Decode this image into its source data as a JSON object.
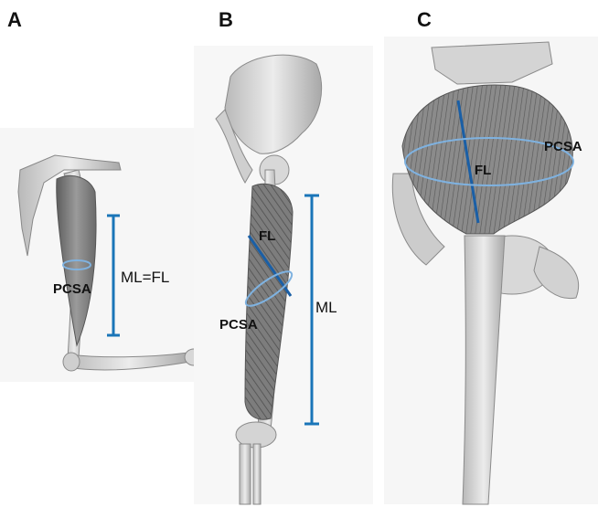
{
  "panels": {
    "a": {
      "letter": "A",
      "ml_label": "ML=FL",
      "pcsa_label": "PCSA"
    },
    "b": {
      "letter": "B",
      "fl_label": "FL",
      "pcsa_label": "PCSA",
      "ml_label": "ML"
    },
    "c": {
      "letter": "C",
      "fl_label": "FL",
      "pcsa_label": "PCSA"
    }
  },
  "colors": {
    "ml_line": "#1a75b8",
    "fl_line": "#1a5fa6",
    "pcsa_ring": "#7fb2e0",
    "bone": "#d9d9d9",
    "muscle": "#8a8a8a"
  }
}
